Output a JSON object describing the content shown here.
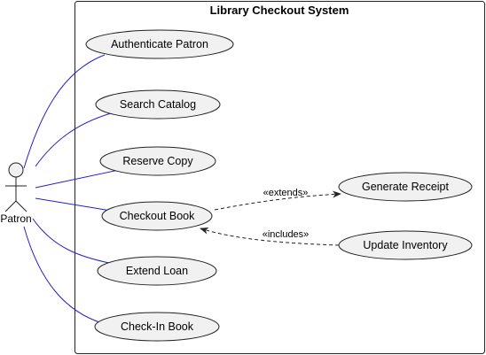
{
  "diagram": {
    "type": "use-case",
    "system": {
      "title": "Library Checkout System"
    },
    "actor": {
      "label": "Patron"
    },
    "use_cases": [
      {
        "id": "authenticate",
        "label": "Authenticate Patron"
      },
      {
        "id": "search",
        "label": "Search Catalog"
      },
      {
        "id": "reserve",
        "label": "Reserve Copy"
      },
      {
        "id": "checkout",
        "label": "Checkout Book"
      },
      {
        "id": "extend",
        "label": "Extend Loan"
      },
      {
        "id": "checkin",
        "label": "Check-In Book"
      },
      {
        "id": "receipt",
        "label": "Generate Receipt"
      },
      {
        "id": "inventory",
        "label": "Update Inventory"
      }
    ],
    "relations": [
      {
        "from": "checkout",
        "to": "receipt",
        "label": "«extends»"
      },
      {
        "from": "inventory",
        "to": "checkout",
        "label": "«includes»"
      }
    ],
    "colors": {
      "association_line": "#2222cc",
      "usecase_fill": "#f1f1f1",
      "border": "#222222",
      "actor_fill": "#f1f1f1"
    }
  }
}
